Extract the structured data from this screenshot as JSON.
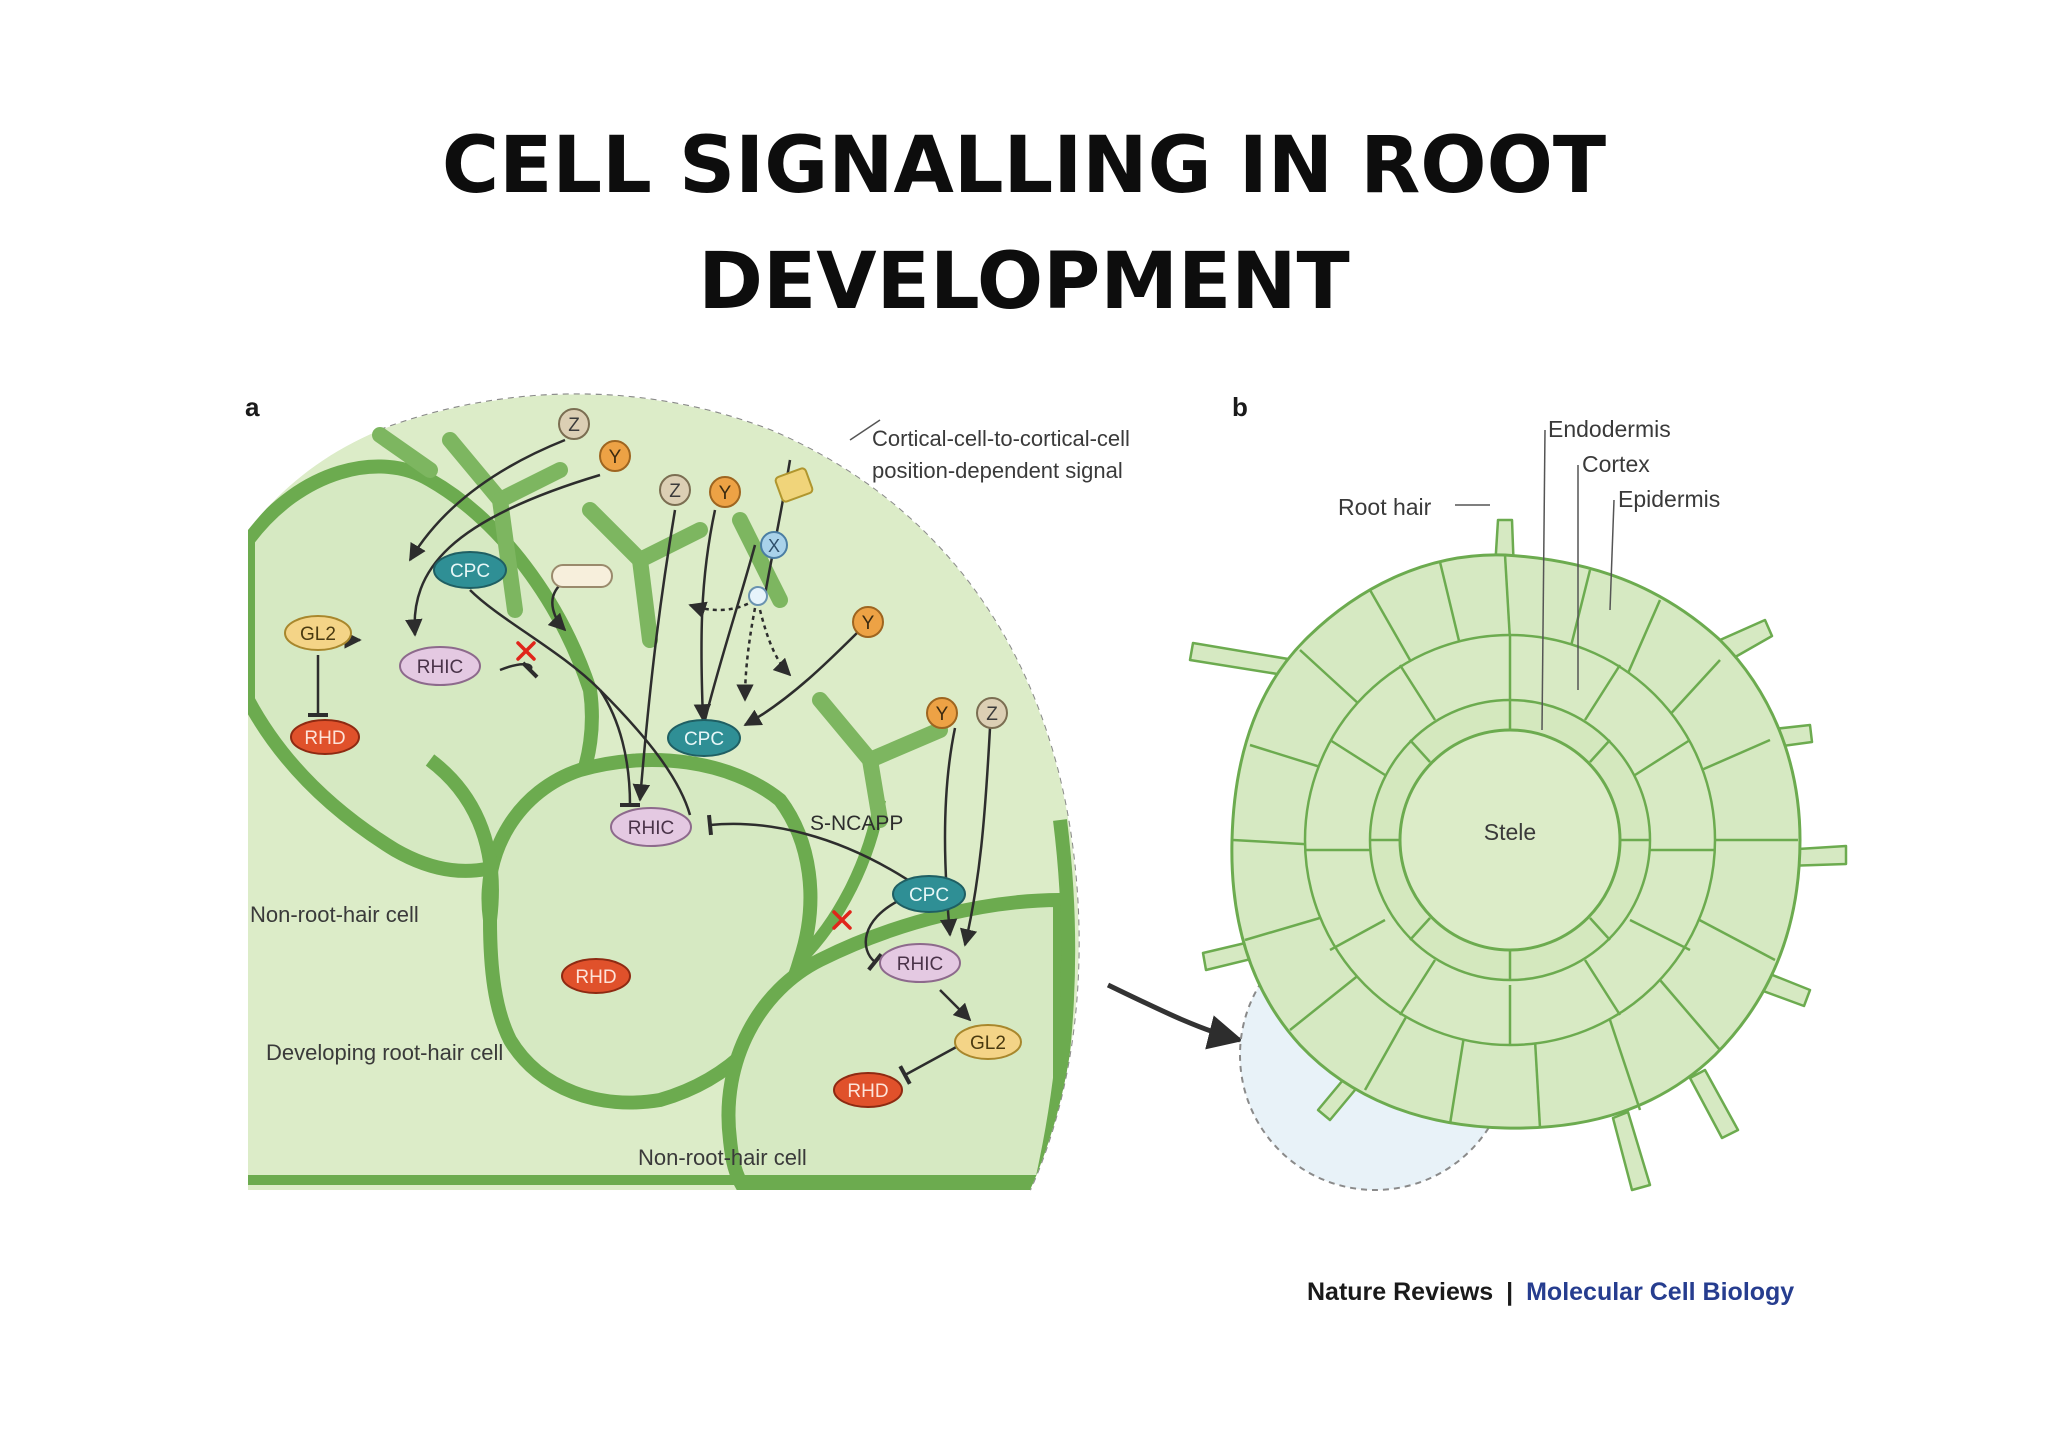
{
  "slide": {
    "title_line1": "CELL SIGNALLING IN ROOT",
    "title_line2": "DEVELOPMENT"
  },
  "panel_a": {
    "label": "a",
    "signal_label_line1": "Cortical-cell-to-cortical-cell",
    "signal_label_line2": "position-dependent signal",
    "s_ncapp": "S-NCAPP",
    "cell_labels": {
      "non_root_hair_left": "Non-root-hair cell",
      "developing_root_hair": "Developing root-hair cell",
      "non_root_hair_bottom": "Non-root-hair cell"
    },
    "molecules": {
      "z": "Z",
      "y": "Y",
      "x": "X",
      "cpc": "CPC",
      "rhic": "RHIC",
      "gl2": "GL2",
      "rhd": "RHD"
    }
  },
  "panel_b": {
    "label": "b",
    "labels": {
      "endodermis": "Endodermis",
      "cortex": "Cortex",
      "epidermis": "Epidermis",
      "root_hair": "Root hair",
      "stele": "Stele"
    }
  },
  "credit": {
    "journal": "Nature Reviews",
    "separator": "|",
    "subject": "Molecular Cell Biology"
  },
  "colors": {
    "cell_fill": "#dcecc8",
    "cell_wall": "#6cab4f",
    "background_region": "#e8f2f8",
    "cpc": "#2f8f95",
    "rhic": "#e4c9e2",
    "gl2": "#f4d487",
    "rhd": "#e0512b",
    "y": "#eda245",
    "z": "#dccfb4",
    "x": "#a9d2ea",
    "credit_blue": "#263d8f"
  }
}
